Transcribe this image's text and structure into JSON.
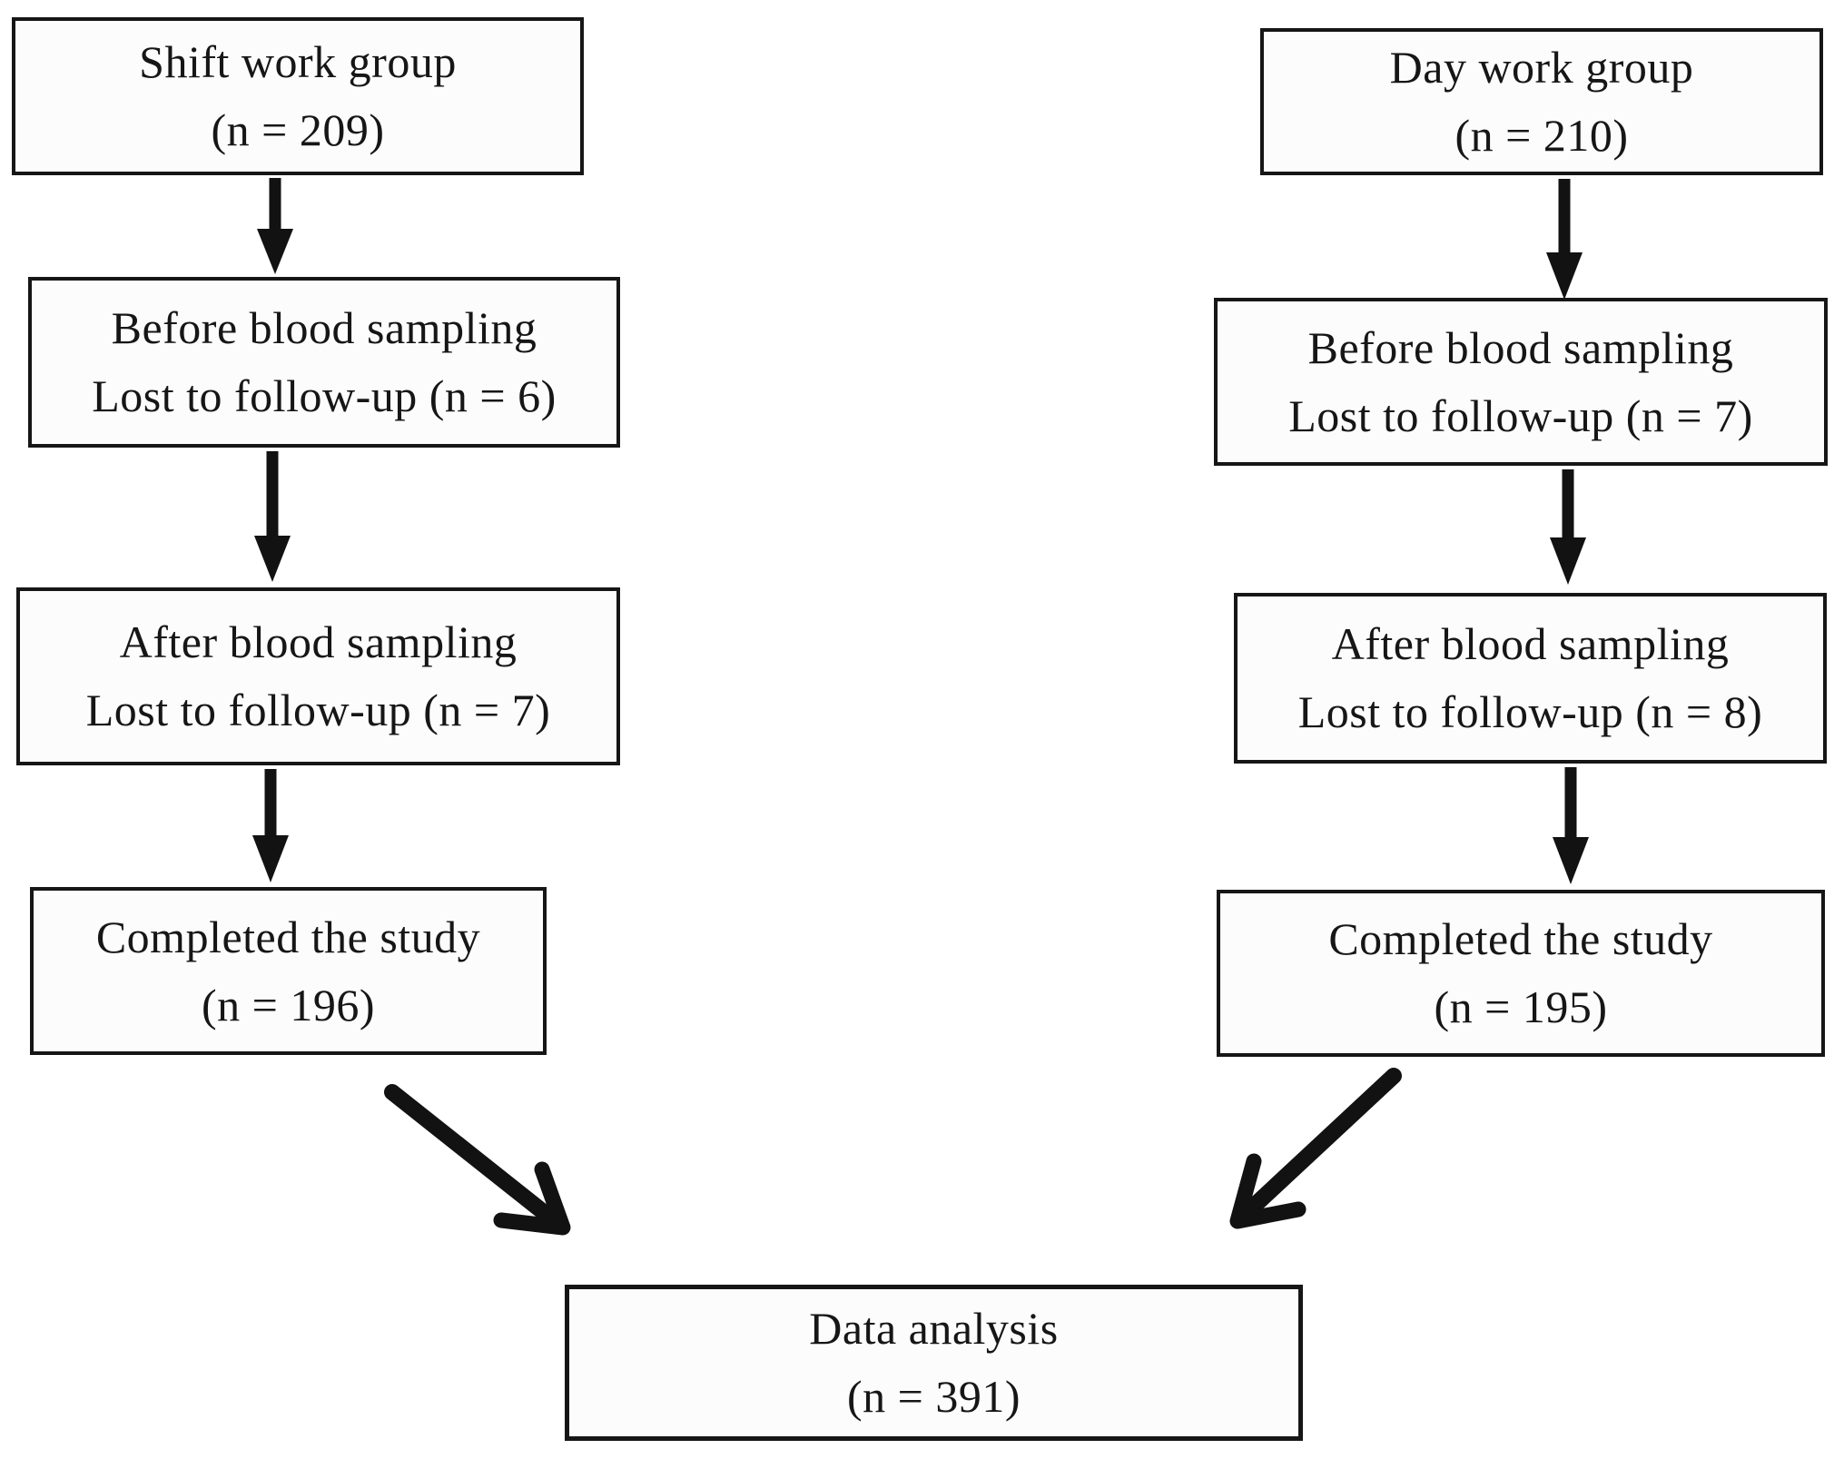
{
  "diagram": {
    "shift_column": {
      "boxes": [
        {
          "line1": "Shift work group",
          "line2": "(n = 209)"
        },
        {
          "line1": "Before blood sampling",
          "line2": "Lost to follow-up (n = 6)"
        },
        {
          "line1": "After blood sampling",
          "line2": "Lost to follow-up (n = 7)"
        },
        {
          "line1": "Completed the study",
          "line2": "(n = 196)"
        }
      ]
    },
    "day_column": {
      "boxes": [
        {
          "line1": "Day work group",
          "line2": "(n = 210)"
        },
        {
          "line1": "Before blood sampling",
          "line2": "Lost to follow-up (n = 7)"
        },
        {
          "line1": "After blood sampling",
          "line2": "Lost to follow-up (n = 8)"
        },
        {
          "line1": "Completed the study",
          "line2": "(n = 195)"
        }
      ]
    },
    "final_box": {
      "line1": "Data analysis",
      "line2": "(n = 391)"
    },
    "colors": {
      "line": "#161616",
      "box_fill": "#fcfcfc",
      "background": "#ffffff"
    }
  }
}
